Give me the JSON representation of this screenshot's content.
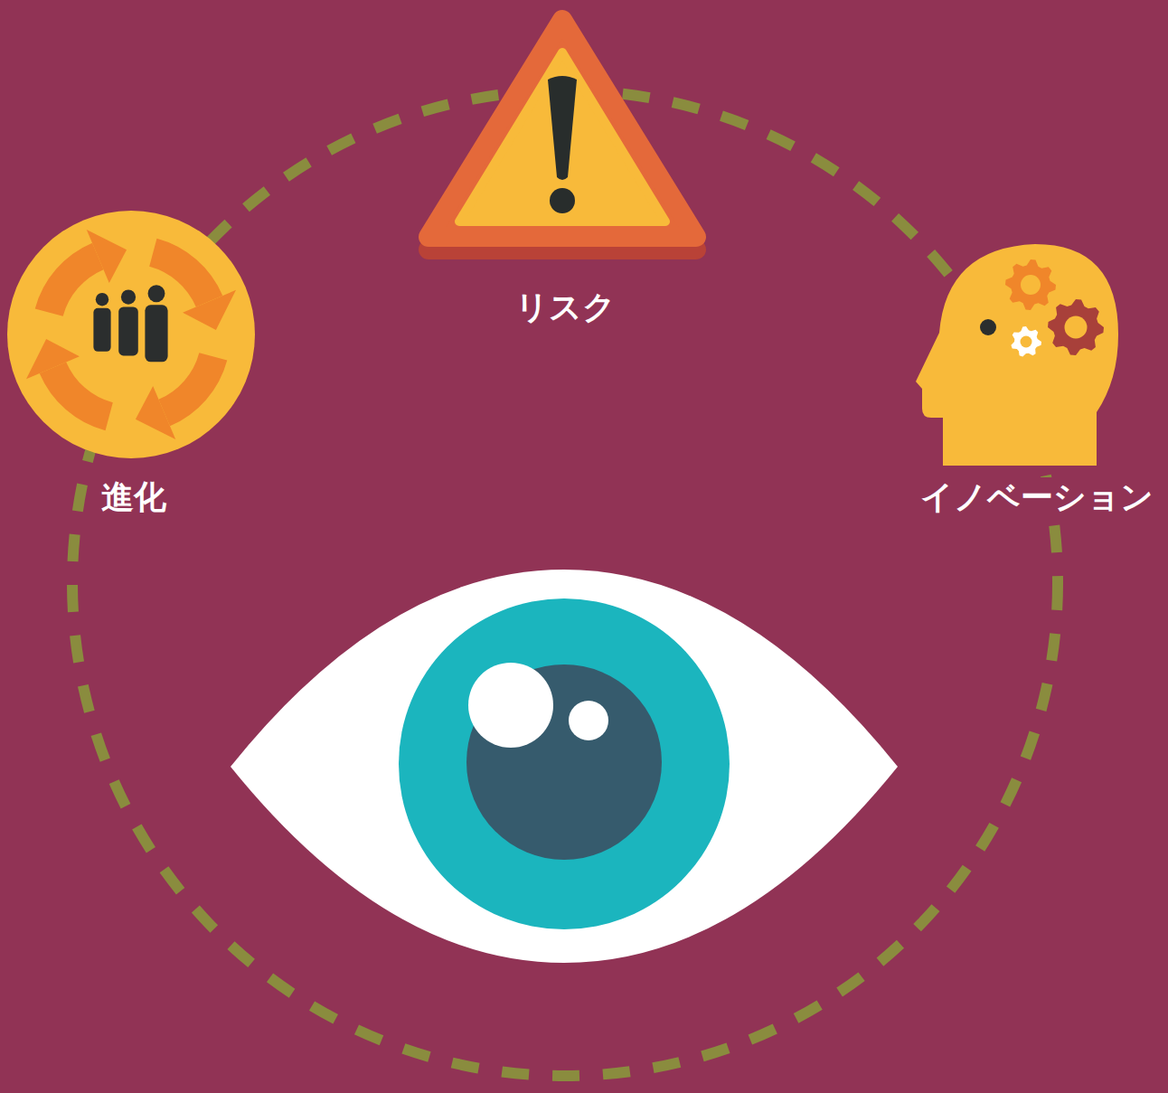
{
  "diagram": {
    "nodes": [
      {
        "text": [
          "リスク"
        ]
      },
      {
        "text": [
          "進化"
        ]
      },
      {
        "text": [
          "イノベーション"
        ]
      }
    ]
  }
}
